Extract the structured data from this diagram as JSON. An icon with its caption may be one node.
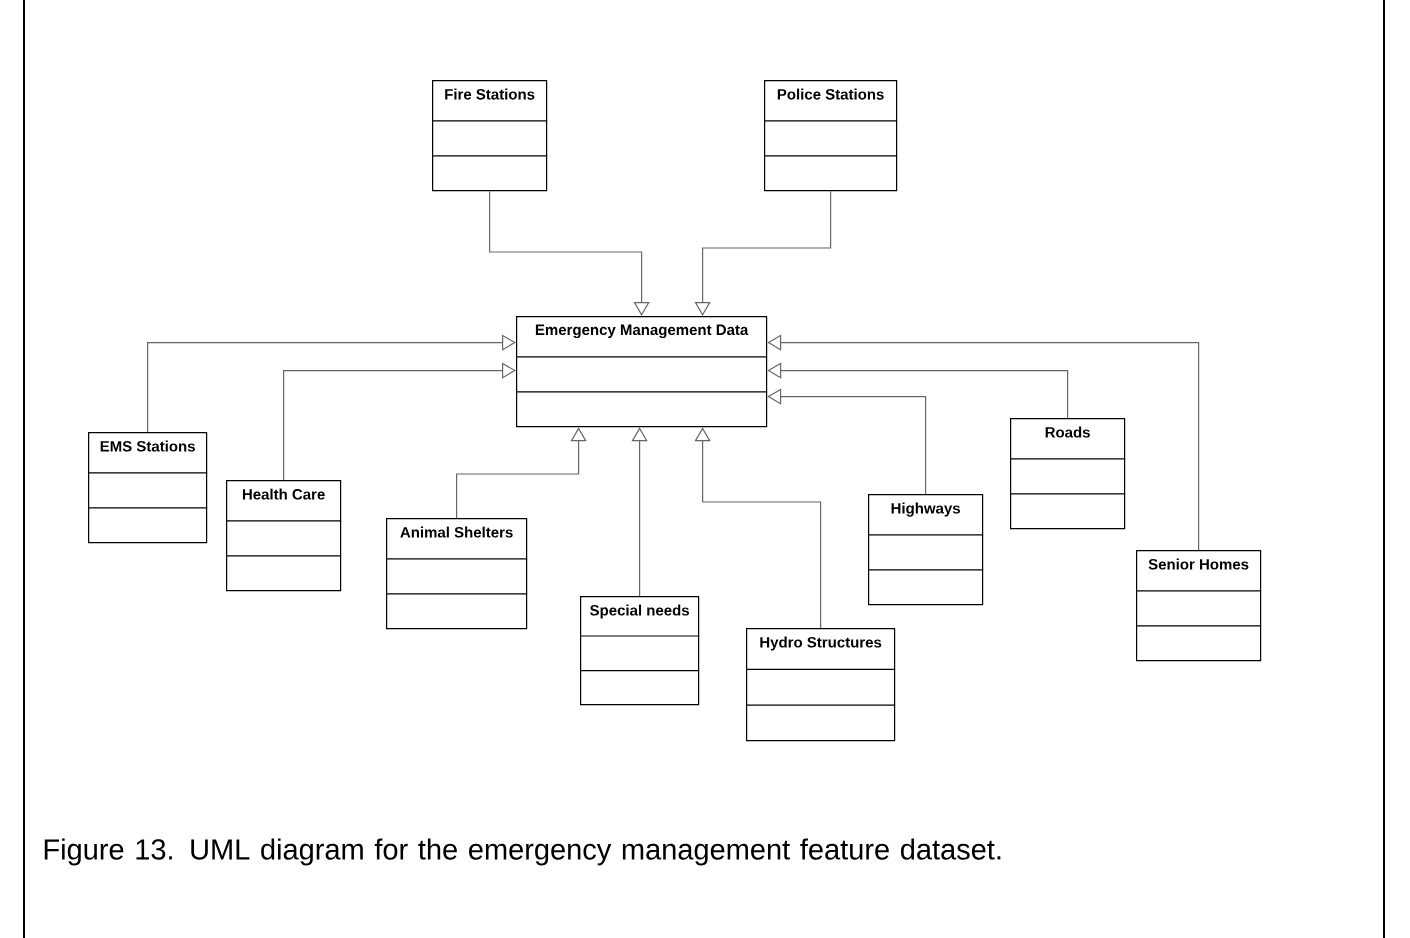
{
  "diagram": {
    "caption": "Figure 13. UML diagram for the emergency management feature dataset.",
    "nodes": [
      {
        "text": [
          "Emergency Management Data"
        ]
      },
      {
        "text": [
          "Fire Stations"
        ]
      },
      {
        "text": [
          "Police Stations"
        ]
      },
      {
        "text": [
          "EMS Stations"
        ]
      },
      {
        "text": [
          "Health Care"
        ]
      },
      {
        "text": [
          "Animal Shelters"
        ]
      },
      {
        "text": [
          "Special needs"
        ]
      },
      {
        "text": [
          "Hydro Structures"
        ]
      },
      {
        "text": [
          "Highways"
        ]
      },
      {
        "text": [
          "Roads"
        ]
      },
      {
        "text": [
          "Senior Homes"
        ]
      }
    ],
    "edges": [
      {
        "from": 1,
        "to": 0,
        "arrow": "to"
      },
      {
        "from": 2,
        "to": 0,
        "arrow": "to"
      },
      {
        "from": 3,
        "to": 0,
        "arrow": "to"
      },
      {
        "from": 4,
        "to": 0,
        "arrow": "to"
      },
      {
        "from": 5,
        "to": 0,
        "arrow": "to"
      },
      {
        "from": 6,
        "to": 0,
        "arrow": "to"
      },
      {
        "from": 7,
        "to": 0,
        "arrow": "to"
      },
      {
        "from": 8,
        "to": 0,
        "arrow": "to"
      },
      {
        "from": 9,
        "to": 0,
        "arrow": "to"
      },
      {
        "from": 10,
        "to": 0,
        "arrow": "to"
      }
    ]
  }
}
